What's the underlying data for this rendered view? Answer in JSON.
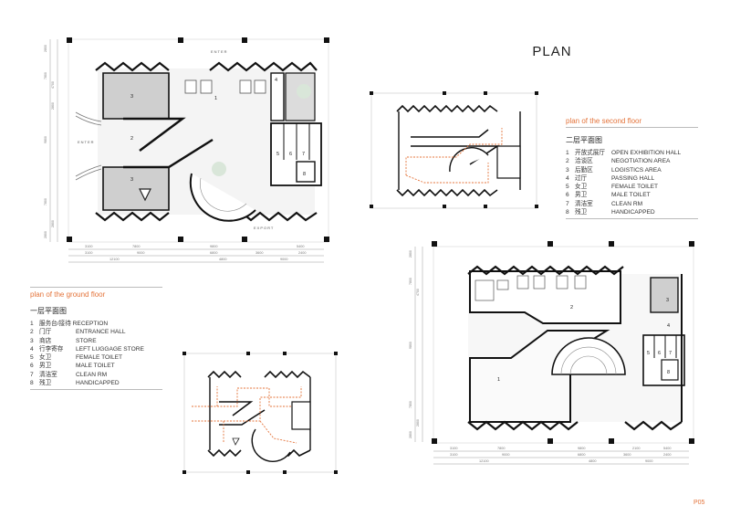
{
  "page_title": "PLAN",
  "page_number": "P05",
  "colors": {
    "accent": "#e4743b",
    "wall": "#111111",
    "fill": "#cfcfcf",
    "route": "#e4743b"
  },
  "ground_floor": {
    "heading": "plan of the ground floor",
    "subheading": "一层平面图",
    "items": [
      {
        "n": "1",
        "cn": "服务台/接待",
        "en": "RECEPTION"
      },
      {
        "n": "2",
        "cn": "门厅",
        "en": "ENTRANCE HALL"
      },
      {
        "n": "3",
        "cn": "商店",
        "en": "STORE"
      },
      {
        "n": "4",
        "cn": "行李寄存",
        "en": "LEFT LUGGAGE STORE"
      },
      {
        "n": "5",
        "cn": "女卫",
        "en": "FEMALE TOILET"
      },
      {
        "n": "6",
        "cn": "男卫",
        "en": "MALE TOILET"
      },
      {
        "n": "7",
        "cn": "清洁室",
        "en": "CLEAN RM"
      },
      {
        "n": "8",
        "cn": "残卫",
        "en": "HANDICAPPED"
      }
    ],
    "plan": {
      "labels": {
        "enter_top": "ENTER",
        "enter_left": "ENTER",
        "export": "EXPORT"
      },
      "rooms": [
        "1",
        "2",
        "3",
        "3",
        "4",
        "5",
        "6",
        "7",
        "8"
      ],
      "dims_top": [
        "3100",
        "7800",
        "9800",
        "5400"
      ],
      "dims_mid": [
        "3100",
        "9000",
        "6800",
        "3600",
        "2400"
      ],
      "dims_bot": [
        "12100",
        "4800",
        "9000"
      ],
      "dims_left": [
        "2800",
        "7800",
        "4700",
        "2800",
        "9800",
        "7800",
        "2800",
        "2800"
      ]
    }
  },
  "second_floor": {
    "heading": "plan of the second floor",
    "subheading": "二层平面图",
    "items": [
      {
        "n": "1",
        "cn": "开放式展厅",
        "en": "OPEN EXHIBITION HALL"
      },
      {
        "n": "2",
        "cn": "洽谈区",
        "en": "NEGOTIATION AREA"
      },
      {
        "n": "3",
        "cn": "后勤区",
        "en": "LOGISTICS AREA"
      },
      {
        "n": "4",
        "cn": "过厅",
        "en": "PASSING HALL"
      },
      {
        "n": "5",
        "cn": "女卫",
        "en": "FEMALE TOILET"
      },
      {
        "n": "6",
        "cn": "男卫",
        "en": "MALE TOILET"
      },
      {
        "n": "7",
        "cn": "清洁室",
        "en": "CLEAN RM"
      },
      {
        "n": "8",
        "cn": "残卫",
        "en": "HANDICAPPED"
      }
    ],
    "plan": {
      "rooms": [
        "1",
        "2",
        "3",
        "4",
        "5",
        "6",
        "7",
        "8"
      ],
      "dims_top": [
        "3100",
        "7800",
        "9800",
        "2100",
        "5400"
      ],
      "dims_mid": [
        "3100",
        "9000",
        "6800",
        "3600",
        "2400"
      ],
      "dims_bot": [
        "12100",
        "4800",
        "9000"
      ],
      "dims_left": [
        "2800",
        "7800",
        "4700",
        "9800",
        "7800",
        "2800",
        "2800"
      ]
    }
  }
}
